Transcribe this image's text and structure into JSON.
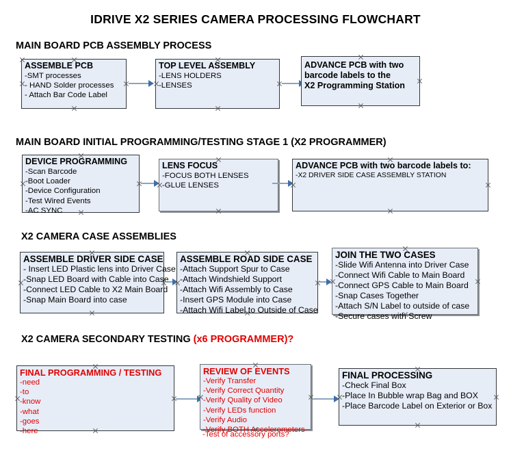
{
  "title": "IDRIVE X2  SERIES CAMERA PROCESSING FLOWCHART",
  "colors": {
    "node_fill": "#e7edf7",
    "node_border": "#33373b",
    "connector": "#8aa4c0",
    "arrowhead": "#3f6fa8",
    "accent_red": "#e00000",
    "text": "#000000",
    "background": "#ffffff"
  },
  "sections": [
    {
      "header": "MAIN BOARD PCB ASSEMBLY PROCESS",
      "header_accent": "",
      "nodes": [
        {
          "title": "ASSEMBLE PCB",
          "lines": [
            "-SMT processes",
            "- HAND Solder processes",
            "- Attach Bar Code Label"
          ]
        },
        {
          "title": "TOP LEVEL ASSEMBLY",
          "lines": [
            "-LENS HOLDERS",
            "-LENSES"
          ]
        },
        {
          "title": "ADVANCE PCB with two",
          "lines": [
            "barcode labels to the",
            " X2 Programming Station"
          ]
        }
      ]
    },
    {
      "header": "MAIN BOARD INITIAL PROGRAMMING/TESTING STAGE 1 (X2 PROGRAMMER)",
      "header_accent": "",
      "nodes": [
        {
          "title": "DEVICE PROGRAMMING",
          "lines": [
            "-Scan Barcode",
            "-Boot Loader",
            "-Device Configuration",
            "-Test Wired Events",
            "-AC SYNC"
          ]
        },
        {
          "title": "LENS FOCUS",
          "lines": [
            "-FOCUS BOTH LENSES",
            "-GLUE LENSES"
          ]
        },
        {
          "title": "ADVANCE PCB with two barcode labels to:",
          "lines": [
            "-X2 DRIVER  SIDE  CASE  ASSEMBLY STATION"
          ]
        }
      ]
    },
    {
      "header": "X2 CAMERA CASE ASSEMBLIES",
      "header_accent": "",
      "nodes": [
        {
          "title": "ASSEMBLE DRIVER SIDE CASE",
          "lines": [
            "- Insert LED Plastic lens into Driver Case",
            "-Snap LED Board with Cable into Case",
            "-Connect LED Cable to X2 Main Board",
            "-Snap Main Board into case"
          ]
        },
        {
          "title": "ASSEMBLE ROAD SIDE CASE",
          "lines": [
            "-Attach Support Spur to Case",
            "-Attach Windshield Support",
            "-Attach Wifi Assembly to Case",
            "-Insert GPS Module into Case",
            "-Attach Wifi Label to Outside of Case"
          ]
        },
        {
          "title": "JOIN THE TWO CASES",
          "lines": [
            "-Slide Wifi Antenna into Driver Case",
            "-Connect Wifi Cable to Main Board",
            "-Connect GPS Cable to Main Board",
            "-Snap Cases Together",
            "-Attach S/N Label to outside of case",
            "-Secure cases with Screw"
          ]
        }
      ]
    },
    {
      "header": "X2 CAMERA SECONDARY TESTING ",
      "header_accent": "(x6 PROGRAMMER)?",
      "nodes": [
        {
          "title": "FINAL PROGRAMMING / TESTING",
          "lines": [
            "-need",
            "-to",
            "-know",
            "-what",
            "-goes",
            "-here"
          ]
        },
        {
          "title": "REVIEW OF EVENTS",
          "lines": [
            "-Verify Transfer",
            "-Verify Correct Quantity",
            "-Verify Quality of Video",
            "-Verify LEDs function",
            "-Verify Audio",
            "-Verify BOTH Accelerometers"
          ],
          "overflow_line": "-Test of accessory ports?"
        },
        {
          "title": "FINAL PROCESSING",
          "lines": [
            " -Check Final Box",
            "-Place In Bubble wrap Bag and BOX",
            "-Place Barcode Label on Exterior or Box"
          ]
        }
      ]
    }
  ]
}
